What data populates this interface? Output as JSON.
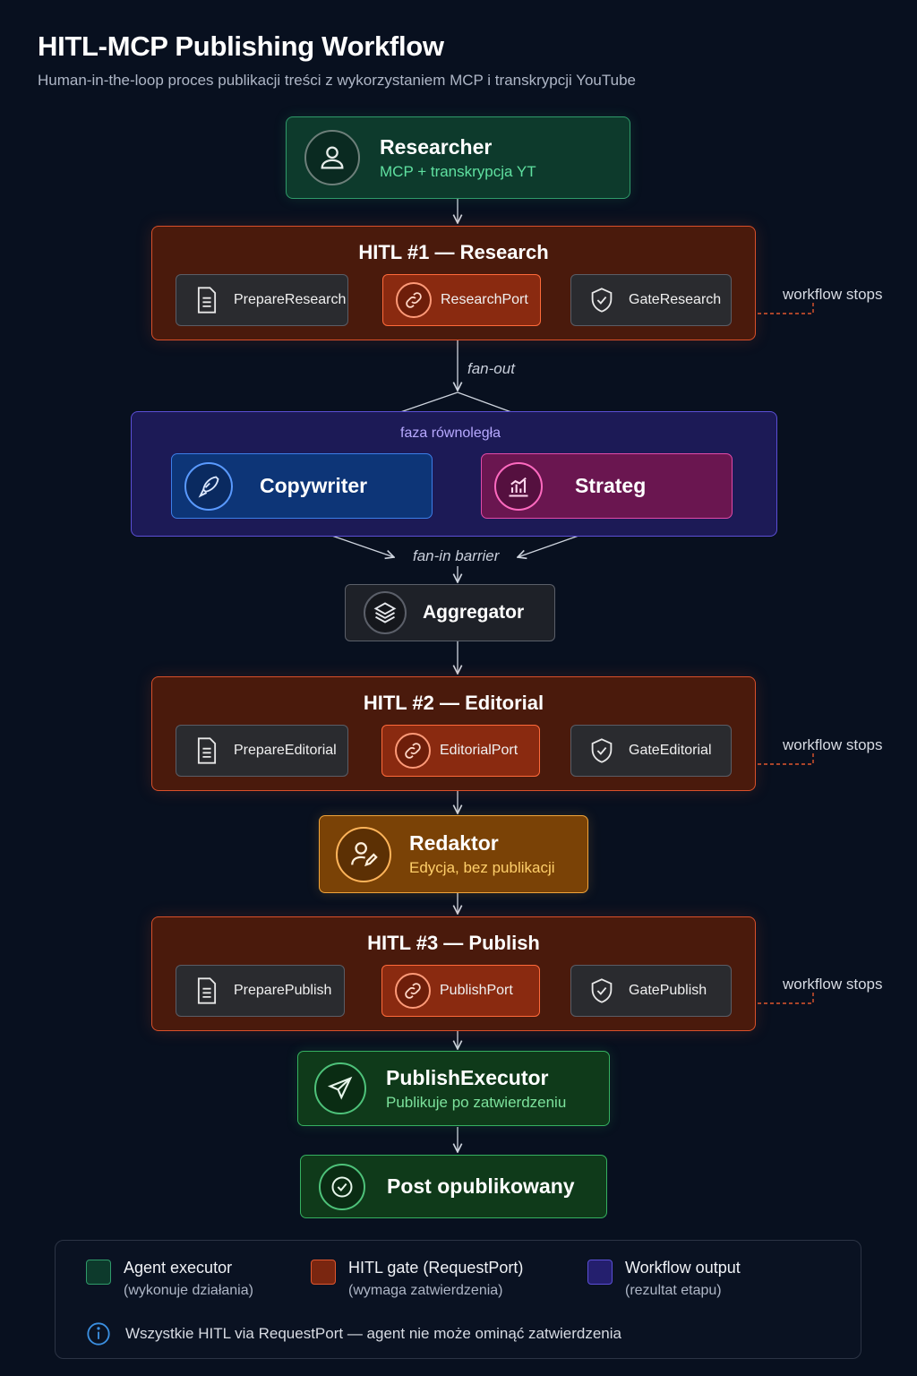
{
  "header": {
    "title": "HITL-MCP Publishing Workflow",
    "subtitle": "Human-in-the-loop proces publikacji treści z wykorzystaniem MCP i transkrypcji YouTube"
  },
  "researcher": {
    "title": "Researcher",
    "subtitle": "MCP + transkrypcja YT",
    "icon": "user-icon"
  },
  "hitl1": {
    "title": "HITL #1 — Research",
    "prepare": "PrepareResearch",
    "port": "ResearchPort",
    "gate": "GateResearch",
    "stops": "workflow stops"
  },
  "fanout_label": "fan-out",
  "parallel": {
    "label": "faza równoległa",
    "copywriter": {
      "title": "Copywriter",
      "icon": "pen-nib-icon"
    },
    "strateg": {
      "title": "Strateg",
      "icon": "bar-chart-icon"
    }
  },
  "fanin_label": "fan-in barrier",
  "aggregator": {
    "title": "Aggregator",
    "icon": "layers-icon"
  },
  "hitl2": {
    "title": "HITL #2 — Editorial",
    "prepare": "PrepareEditorial",
    "port": "EditorialPort",
    "gate": "GateEditorial",
    "stops": "workflow stops"
  },
  "redaktor": {
    "title": "Redaktor",
    "subtitle": "Edycja, bez publikacji",
    "icon": "user-edit-icon"
  },
  "hitl3": {
    "title": "HITL #3 — Publish",
    "prepare": "PreparePublish",
    "port": "PublishPort",
    "gate": "GatePublish",
    "stops": "workflow stops"
  },
  "executor": {
    "title": "PublishExecutor",
    "subtitle": "Publikuje po zatwierdzeniu",
    "icon": "send-icon"
  },
  "done": {
    "title": "Post opublikowany",
    "icon": "check-circle-icon"
  },
  "legend": {
    "items": [
      {
        "title": "Agent executor",
        "subtitle": "(wykonuje działania)",
        "color": "#0d3a2c"
      },
      {
        "title": "HITL gate (RequestPort)",
        "subtitle": "(wymaga zatwierdzenia)",
        "color": "#7a2610"
      },
      {
        "title": "Workflow output",
        "subtitle": "(rezultat etapu)",
        "color": "#241f6e"
      }
    ],
    "note": "Wszystkie HITL via RequestPort — agent nie może ominąć zatwierdzenia"
  },
  "colors": {
    "agent": "#2f9a6a",
    "hitl": "#d9502a",
    "parallel": "#5b4fd6",
    "copywriter": "#3c7ee8",
    "strateg": "#e14aa8",
    "redaktor": "#f0a43a",
    "info": "#3b8fe0"
  }
}
